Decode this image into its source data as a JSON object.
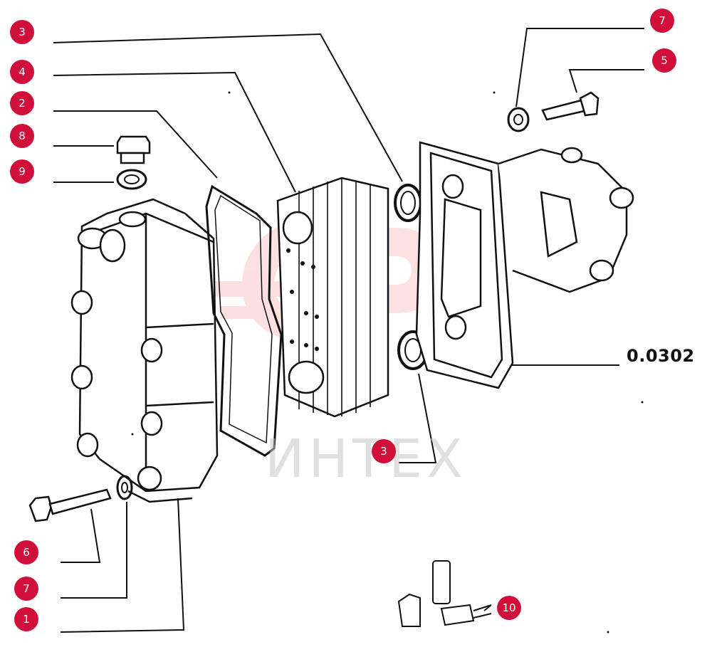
{
  "diagram": {
    "code": "0.0302",
    "watermark": "ИНТЕХ",
    "callouts": [
      {
        "id": "c3-top",
        "label": "3"
      },
      {
        "id": "c4",
        "label": "4"
      },
      {
        "id": "c2",
        "label": "2"
      },
      {
        "id": "c8",
        "label": "8"
      },
      {
        "id": "c9",
        "label": "9"
      },
      {
        "id": "c6",
        "label": "6"
      },
      {
        "id": "c7-left",
        "label": "7"
      },
      {
        "id": "c1",
        "label": "1"
      },
      {
        "id": "c7-right",
        "label": "7"
      },
      {
        "id": "c5",
        "label": "5"
      },
      {
        "id": "c3-bottom",
        "label": "3"
      },
      {
        "id": "c10",
        "label": "10"
      }
    ],
    "colors": {
      "callout": "#d0103a",
      "line": "#111111",
      "watermark": "#e8463c"
    }
  }
}
